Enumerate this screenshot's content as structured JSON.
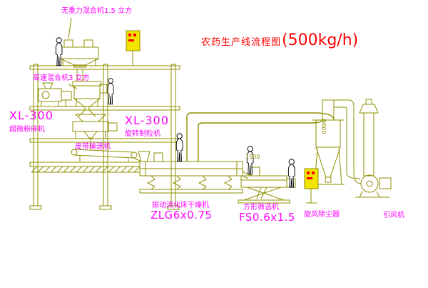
{
  "title": {
    "text": "农药生产线流程图",
    "capacity": "(500kg/h)"
  },
  "labels": {
    "gravity_mixer": "无重力混合机1.5 立方",
    "high_speed_mixer": "高速混合机3 立方",
    "pulverizer_model": "XL-300",
    "pulverizer_name": "超微粉碎机",
    "granulator_model": "XL-300",
    "granulator_name": "旋转制粒机",
    "belt_conveyor": "皮带输送机",
    "dryer_name": "振动流化床干燥机",
    "dryer_model": "ZLG6x0.75",
    "sieve_name": "方形筛选机",
    "sieve_model": "FS0.6x1.5",
    "cyclone": "旋风除尘器",
    "fan": "引风机"
  },
  "dimensions": {
    "sieve_height": "1500",
    "cyclone_diameter": "Φ600"
  },
  "colors": {
    "line": "#8f8f00",
    "label": "#ff00ff",
    "title": "#ff0000",
    "panel_fill": "#f2e400",
    "panel_marks": "#ff0000",
    "background": "#ffffff"
  }
}
